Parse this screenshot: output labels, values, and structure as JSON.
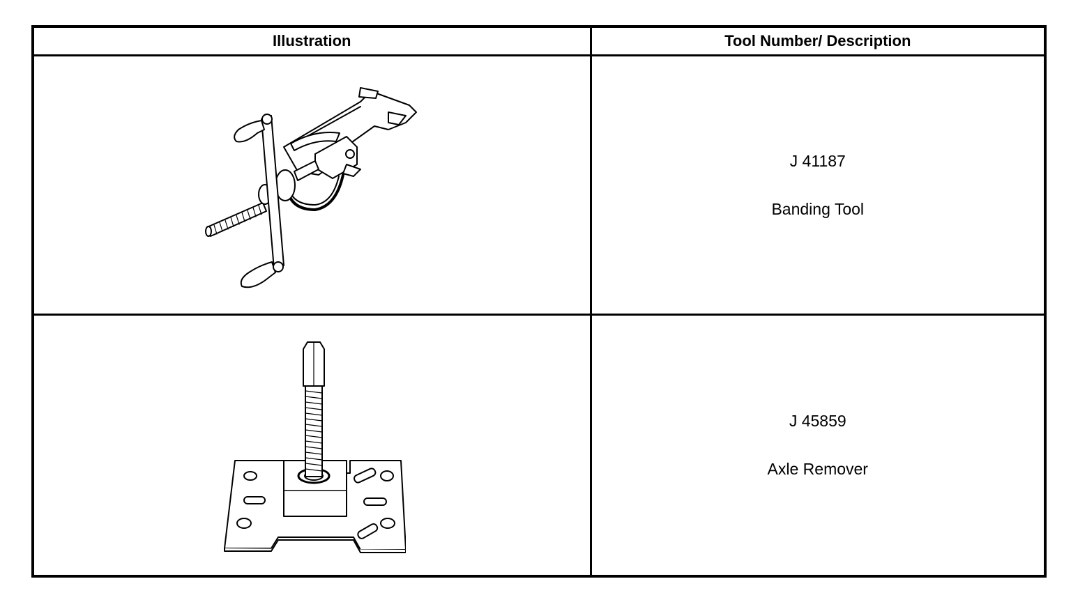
{
  "table": {
    "headers": {
      "illustration": "Illustration",
      "tool": "Tool Number/ Description"
    },
    "rows": [
      {
        "tool_number": "J 41187",
        "description": "Banding Tool",
        "illustration_icon": "banding-tool-drawing"
      },
      {
        "tool_number": "J 45859",
        "description": "Axle Remover",
        "illustration_icon": "axle-remover-drawing"
      }
    ]
  }
}
